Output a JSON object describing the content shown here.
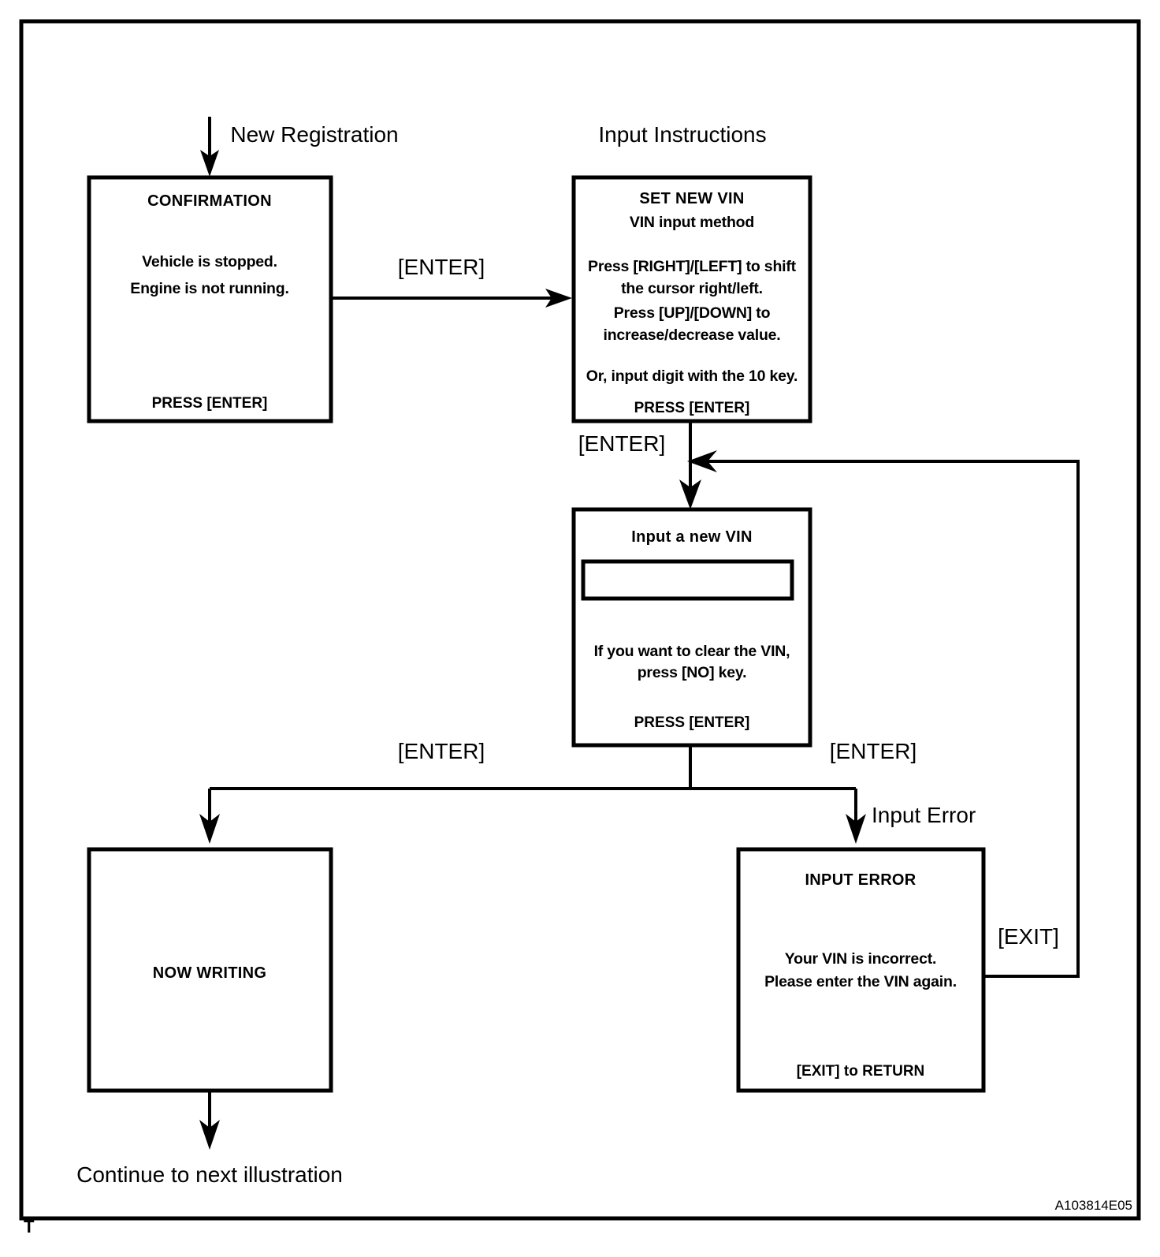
{
  "figure": {
    "code": "A103814E05",
    "corner_mark": "T",
    "entry_label": "New Registration",
    "instructions_label": "Input Instructions",
    "exit_label": "Continue to next illustration"
  },
  "nodes": {
    "confirmation": {
      "title": "CONFIRMATION",
      "line1": "Vehicle is stopped.",
      "line2": "Engine is not running.",
      "footer": "PRESS [ENTER]"
    },
    "set_new_vin": {
      "title": "SET NEW VIN",
      "subtitle": "VIN input method",
      "line1": "Press [RIGHT]/[LEFT] to shift",
      "line2": "the cursor right/left.",
      "line3": "Press [UP]/[DOWN]  to",
      "line4": "increase/decrease value.",
      "line5": "Or, input digit with the 10 key.",
      "footer": "PRESS [ENTER]"
    },
    "input_new_vin": {
      "title": "Input a new VIN",
      "field_value": "",
      "line1": "If you want to clear the VIN,",
      "line2": "press [NO] key.",
      "footer": "PRESS [ENTER]"
    },
    "now_writing": {
      "title": "NOW WRITING"
    },
    "input_error": {
      "title": "INPUT  ERROR",
      "line1": "Your VIN is incorrect.",
      "line2": "Please enter the VIN again.",
      "footer": "[EXIT] to RETURN"
    }
  },
  "edges": {
    "confirmation_to_setvin": "[ENTER]",
    "setvin_to_inputvin": "[ENTER]",
    "inputvin_to_nowwriting": "[ENTER]",
    "inputvin_to_error": "[ENTER]",
    "error_branch_note": "Input Error",
    "error_return": "[EXIT]"
  },
  "colors": {
    "ink": "#000000",
    "paper": "#ffffff"
  }
}
